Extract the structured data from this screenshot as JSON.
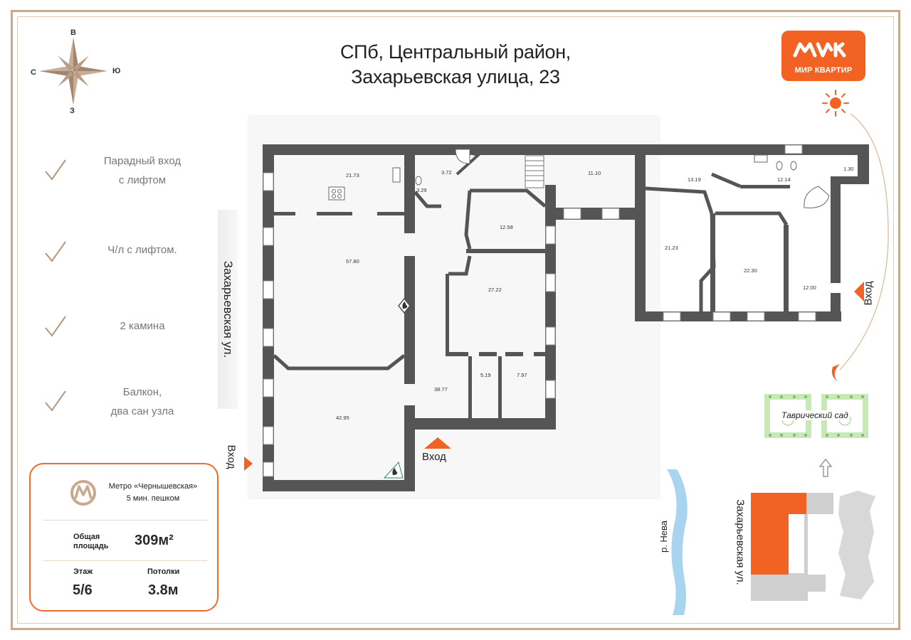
{
  "title": {
    "line1": "СПб, Центральный район,",
    "line2": "Захарьевская улица, 23"
  },
  "logo": {
    "text": "МИР КВАРТИР",
    "brand_color": "#f26222"
  },
  "compass": {
    "north": "В",
    "south": "З",
    "west": "С",
    "east": "Ю"
  },
  "features": [
    {
      "text": "Парадный вход\nс лифтом"
    },
    {
      "text": "Ч/л с лифтом."
    },
    {
      "text": "2 камина"
    },
    {
      "text": "Балкон,\nдва сан узла"
    }
  ],
  "info": {
    "metro_name": "Метро «Чернышевская»",
    "metro_walk": "5 мин. пешком",
    "area_label": "Общая\nплощадь",
    "area_value": "309м²",
    "floor_label": "Этаж",
    "floor_value": "5/6",
    "ceiling_label": "Потолки",
    "ceiling_value": "3.8м"
  },
  "plan": {
    "street_label": "Захарьевская ул.",
    "entrances": [
      "Вход",
      "Вход",
      "Вход"
    ],
    "rooms": [
      "21.73",
      "3.72",
      "3.29",
      "11.10",
      "13.19",
      "12.14",
      "1.30",
      "12.58",
      "57.80",
      "27.22",
      "21.23",
      "22.30",
      "12.00",
      "5.19",
      "7.97",
      "38.77",
      "42.95"
    ]
  },
  "map": {
    "garden_label": "Таврический сад",
    "river_label": "р. Нева",
    "street_label": "Захарьевская ул."
  },
  "colors": {
    "accent": "#f26222",
    "frame": "#c8a98c",
    "wall": "#555555",
    "green": "#b8e0a8",
    "river": "#a8d4f0"
  }
}
